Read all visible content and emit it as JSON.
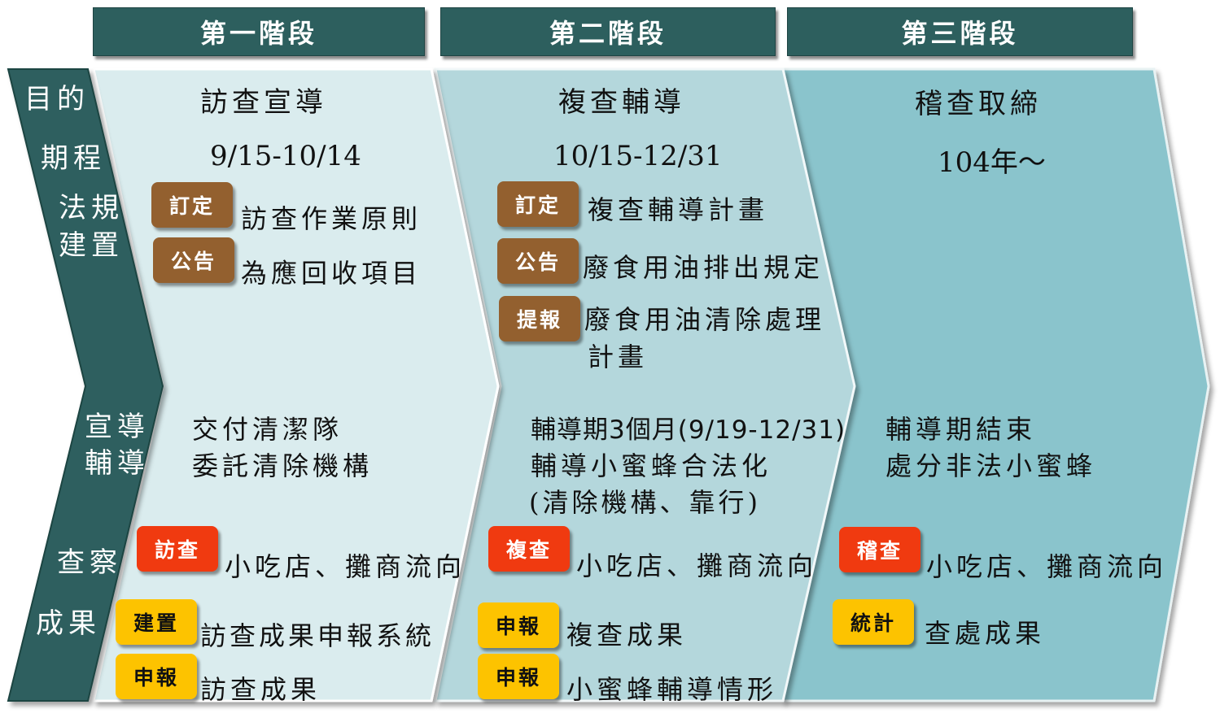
{
  "colors": {
    "header_bg": "#2d5f5e",
    "left_band": "#2d5f5e",
    "stage1_bg": "#daecee",
    "stage2_bg": "#b4d7dc",
    "stage3_bg": "#8ac4cc",
    "badge_brown": "#93602f",
    "badge_red": "#f03a10",
    "badge_yellow": "#fdc300"
  },
  "headers": [
    "第一階段",
    "第二階段",
    "第三階段"
  ],
  "row_labels": {
    "purpose": "目的",
    "schedule": "期程",
    "regulation_1": "法規",
    "regulation_2": "建置",
    "guidance_1": "宣導",
    "guidance_2": "輔導",
    "inspection": "查察",
    "results": "成果"
  },
  "stage1": {
    "purpose": "訪查宣導",
    "schedule": "9/15-10/14",
    "reg": [
      {
        "badge": "訂定",
        "text": "訪查作業原則"
      },
      {
        "badge": "公告",
        "text": "為應回收項目"
      }
    ],
    "guidance": [
      "交付清潔隊",
      "委託清除機構"
    ],
    "inspection": {
      "badge": "訪查",
      "text": "小吃店、攤商流向"
    },
    "results": [
      {
        "badge": "建置",
        "text": "訪查成果申報系統"
      },
      {
        "badge": "申報",
        "text": "訪查成果"
      }
    ]
  },
  "stage2": {
    "purpose": "複查輔導",
    "schedule": "10/15-12/31",
    "reg": [
      {
        "badge": "訂定",
        "text": "複查輔導計畫"
      },
      {
        "badge": "公告",
        "text": "廢食用油排出規定"
      },
      {
        "badge": "提報",
        "text": "廢食用油清除處理",
        "text2": "計畫"
      }
    ],
    "guidance": [
      "輔導期3個月(9/19-12/31)",
      "輔導小蜜蜂合法化",
      "(清除機構、靠行)"
    ],
    "inspection": {
      "badge": "複查",
      "text": "小吃店、攤商流向"
    },
    "results": [
      {
        "badge": "申報",
        "text": "複查成果"
      },
      {
        "badge": "申報",
        "text": "小蜜蜂輔導情形"
      }
    ]
  },
  "stage3": {
    "purpose": "稽查取締",
    "schedule": "104年～",
    "guidance": [
      "輔導期結束",
      "處分非法小蜜蜂"
    ],
    "inspection": {
      "badge": "稽查",
      "text": "小吃店、攤商流向"
    },
    "results": [
      {
        "badge": "統計",
        "text": "查處成果"
      }
    ]
  }
}
